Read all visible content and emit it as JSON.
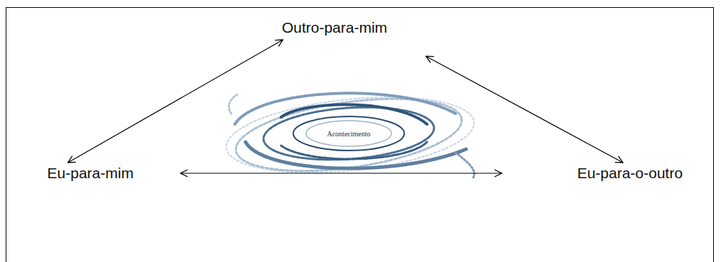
{
  "diagram": {
    "nodes": [
      {
        "text": [
          "Outro-para-mim"
        ]
      },
      {
        "text": [
          "Acontecimento"
        ]
      },
      {
        "text": [
          "Eu-para-mim"
        ]
      },
      {
        "text": [
          "Eu-para-o-outro"
        ]
      }
    ],
    "edges": [
      {
        "from": 2,
        "to": 0,
        "arrow": "both"
      },
      {
        "from": 0,
        "to": 3,
        "arrow": "both"
      },
      {
        "from": 2,
        "to": 3,
        "arrow": "both"
      }
    ]
  }
}
